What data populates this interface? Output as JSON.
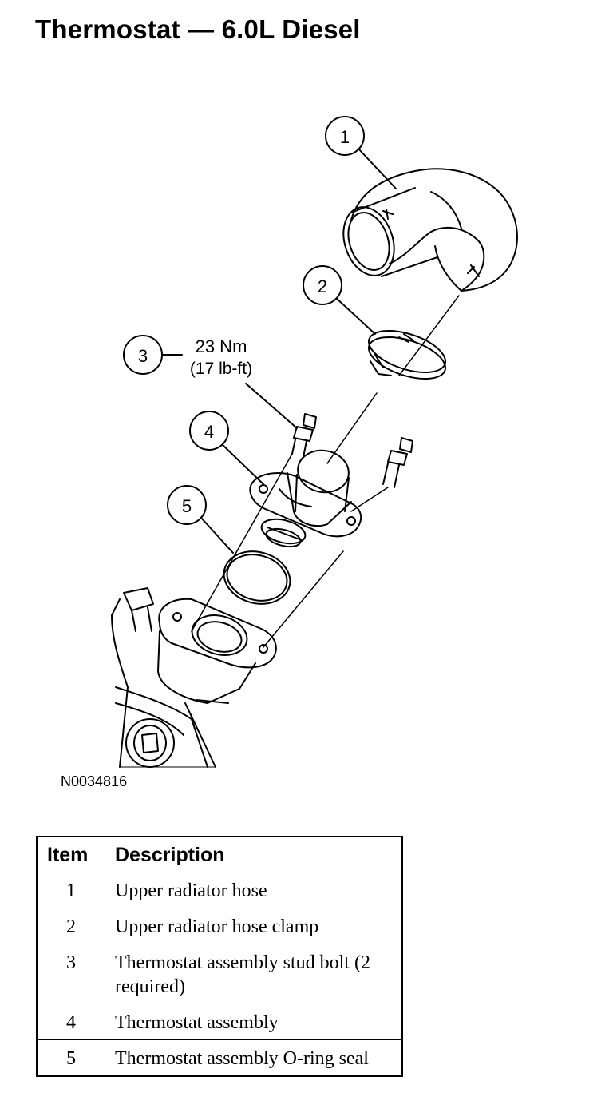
{
  "title": "Thermostat — 6.0L Diesel",
  "figure_id": "N0034816",
  "callouts": [
    {
      "number": "1"
    },
    {
      "number": "2"
    },
    {
      "number": "3",
      "torque_nm": "23 Nm",
      "torque_lbft": "(17 lb-ft)"
    },
    {
      "number": "4"
    },
    {
      "number": "5"
    }
  ],
  "legend": {
    "headers": {
      "item": "Item",
      "description": "Description"
    },
    "rows": [
      {
        "item": "1",
        "description": "Upper radiator hose"
      },
      {
        "item": "2",
        "description": "Upper radiator hose clamp"
      },
      {
        "item": "3",
        "description": "Thermostat assembly stud bolt (2 required)"
      },
      {
        "item": "4",
        "description": "Thermostat assembly"
      },
      {
        "item": "5",
        "description": "Thermostat assembly O-ring seal"
      }
    ]
  }
}
